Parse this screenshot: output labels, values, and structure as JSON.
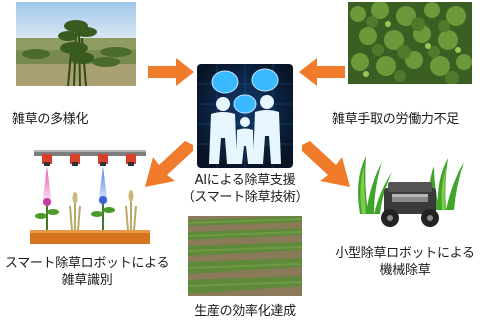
{
  "center": {
    "line1": "AIによる除草支援",
    "line2": "（スマート除草技術）"
  },
  "nodes": {
    "top_left": "雑草の多様化",
    "top_right": "雑草手取の労働力不足",
    "bottom_left_1": "スマート除草ロボットによる",
    "bottom_left_2": "雑草識別",
    "bottom_center": "生産の効率化達成",
    "bottom_right_1": "小型除草ロボットによる",
    "bottom_right_2": "機械除草"
  },
  "colors": {
    "arrow": "#f07b2b",
    "ai_panel": "#0a1a33",
    "ai_glow": "#39b9ff",
    "soil": "#d4741f",
    "robot_body": "#3a3a3a"
  },
  "icons": {
    "center": "ai-brains-people-icon",
    "robot": "weeding-robot-icon",
    "camera": "camera-rail-icon"
  }
}
